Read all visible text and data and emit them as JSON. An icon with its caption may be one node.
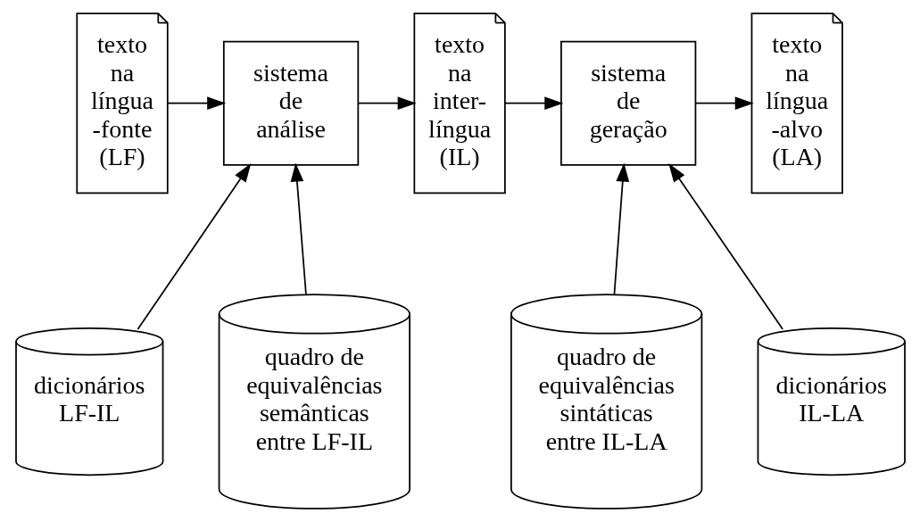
{
  "diagram": {
    "nodes": [
      {
        "text": [
          "texto na língua -fonte (LF)"
        ]
      },
      {
        "text": [
          "sistema de análise"
        ]
      },
      {
        "text": [
          "texto na inter- língua (IL)"
        ]
      },
      {
        "text": [
          "sistema de geração"
        ]
      },
      {
        "text": [
          "texto na língua -alvo (LA)"
        ]
      },
      {
        "text": [
          "dicionários LF-IL"
        ]
      },
      {
        "text": [
          "quadro de equivalências semânticas entre LF-IL"
        ]
      },
      {
        "text": [
          "quadro de equivalências sintáticas entre IL-LA"
        ]
      },
      {
        "text": [
          "dicionários IL-LA"
        ]
      }
    ],
    "edges": [
      {
        "from": 0,
        "to": 1,
        "arrow": "to"
      },
      {
        "from": 1,
        "to": 2,
        "arrow": "to"
      },
      {
        "from": 2,
        "to": 3,
        "arrow": "to"
      },
      {
        "from": 3,
        "to": 4,
        "arrow": "to"
      },
      {
        "from": 5,
        "to": 1,
        "arrow": "to"
      },
      {
        "from": 6,
        "to": 1,
        "arrow": "to"
      },
      {
        "from": 7,
        "to": 3,
        "arrow": "to"
      },
      {
        "from": 8,
        "to": 3,
        "arrow": "to"
      }
    ]
  }
}
